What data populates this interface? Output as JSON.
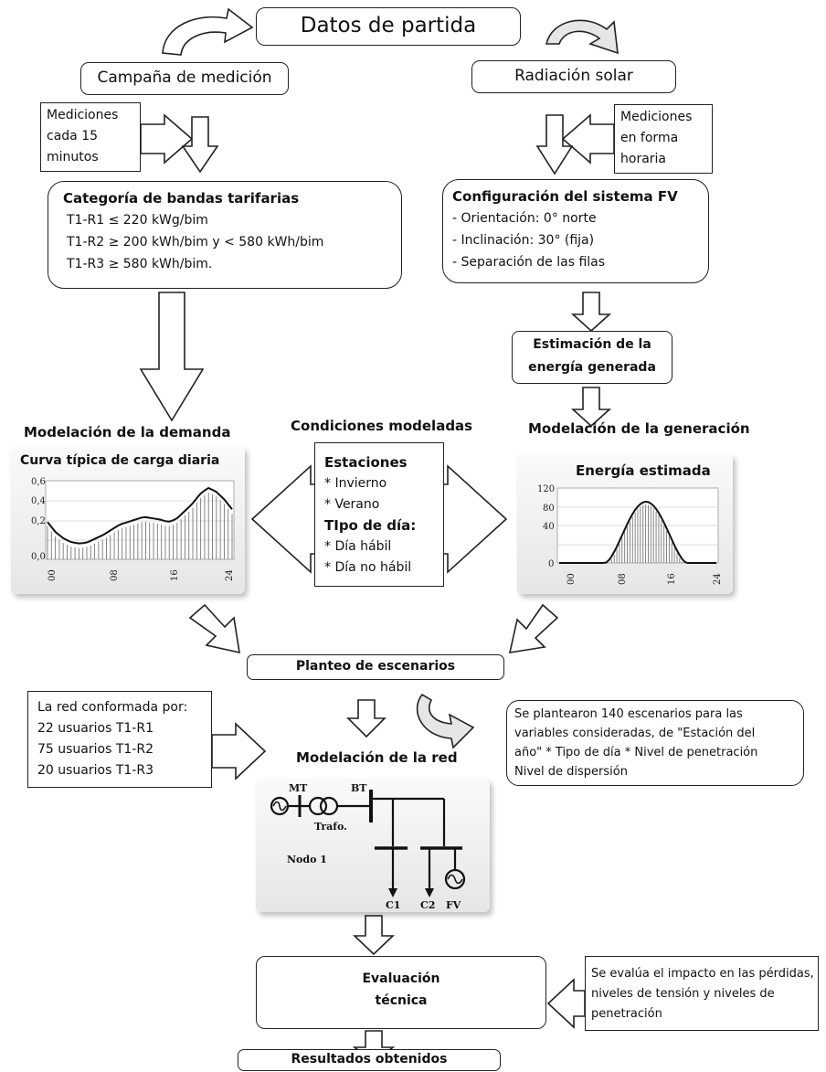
{
  "top": {
    "datos": "Datos de partida",
    "campana": "Campaña de medición",
    "radiacion": "Radiación solar"
  },
  "mediciones15": [
    "Mediciones",
    "cada 15",
    "minutos"
  ],
  "medicionesHoraria": [
    "Mediciones",
    "en forma",
    "horaria"
  ],
  "tarifas": {
    "title": "Categoría de bandas tarifarias",
    "lines": [
      "T1-R1 ≤ 220 kWg/bim",
      "T1-R2 ≥ 200 kWh/bim y < 580 kWh/bim",
      "T1-R3 ≥ 580 kWh/bim."
    ]
  },
  "fv": {
    "title": "Configuración del sistema FV",
    "lines": [
      "- Orientación: 0° norte",
      "- Inclinación: 30° (fija)",
      "- Separación de las filas"
    ]
  },
  "estimacion": [
    "Estimación de la",
    "energía generada"
  ],
  "mod_demanda": "Modelación de la demanda",
  "mod_generacion": "Modelación de la generación",
  "condiciones": {
    "title": "Condiciones modeladas",
    "estaciones_title": "Estaciones",
    "estaciones": [
      "* Invierno",
      "* Verano"
    ],
    "tipo_title": "TIpo de día:",
    "tipos": [
      "* Día hábil",
      "* Día no hábil"
    ]
  },
  "curva": {
    "title": "Curva típica de carga diaria",
    "yticks": [
      "0,6",
      "0,4",
      "0,2",
      "0,0"
    ],
    "xticks": [
      "00",
      "08",
      "16",
      "24"
    ]
  },
  "energia": {
    "title": "Energía estimada",
    "yticks": [
      "120",
      "80",
      "40",
      "0"
    ],
    "xticks": [
      "00",
      "08",
      "16",
      "24"
    ]
  },
  "planteo": "Planteo de escenarios",
  "escenarios_note": [
    "Se plantearon 140 escenarios para las",
    "variables consideradas, de \"Estación del",
    "año\" * Tipo de día * Nivel de penetración",
    "Nivel de dispersión"
  ],
  "mod_red": "Modelación de la red",
  "red_box": [
    "La red conformada por:",
    "22 usuarios T1-R1",
    "75 usuarios T1-R2",
    "20 usuarios T1-R3"
  ],
  "red_diagram": {
    "mt": "MT",
    "bt": "BT",
    "trafo": "Trafo.",
    "nodo": "Nodo 1",
    "c1": "C1",
    "c2": "C2",
    "fv": "FV"
  },
  "evaluacion": [
    "Evaluación",
    "técnica"
  ],
  "impacto_note": [
    "Se evalúa el impacto en las pérdidas,",
    "niveles de tensión y niveles de",
    "penetración"
  ],
  "resultados": "Resultados obtenidos"
}
